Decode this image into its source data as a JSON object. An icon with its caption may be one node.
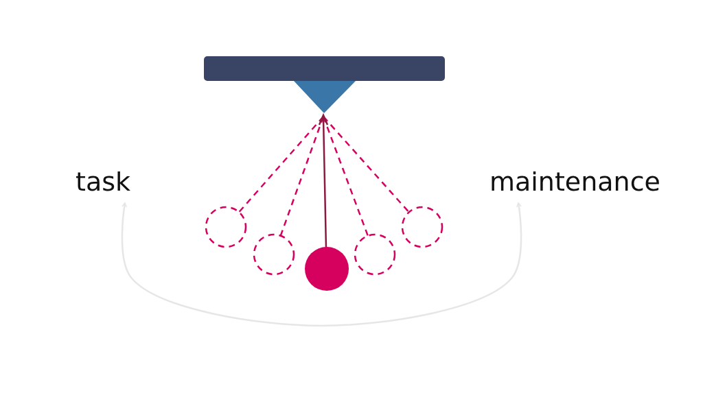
{
  "diagram": {
    "nodes": [
      {
        "text": [
          "task"
        ]
      },
      {
        "text": [
          "maintenance"
        ]
      }
    ],
    "edges": [
      {
        "from": 0,
        "to": 1,
        "arrow": "both",
        "color": "#e6e6e6"
      }
    ]
  }
}
